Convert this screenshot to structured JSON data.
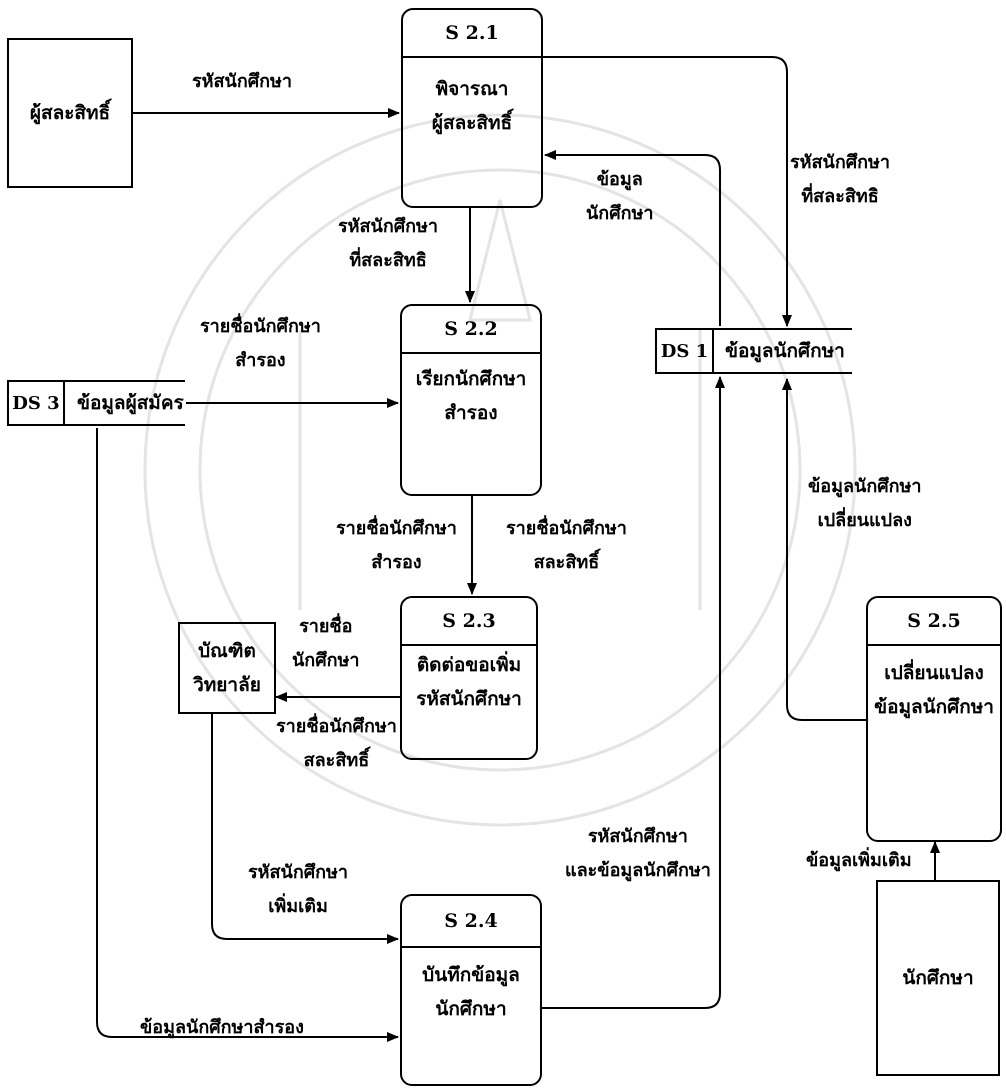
{
  "processes": {
    "s21": {
      "id": "S 2.1",
      "line1": "พิจารณา",
      "line2": "ผู้สละสิทธิ์"
    },
    "s22": {
      "id": "S 2.2",
      "line1": "เรียกนักศึกษา",
      "line2": "สำรอง"
    },
    "s23": {
      "id": "S 2.3",
      "line1": "ติดต่อขอเพิ่ม",
      "line2": "รหัสนักศึกษา"
    },
    "s24": {
      "id": "S 2.4",
      "line1": "บันทึกข้อมูล",
      "line2": "นักศึกษา"
    },
    "s25": {
      "id": "S 2.5",
      "line1": "เปลี่ยนแปลง",
      "line2": "ข้อมูลนักศึกษา"
    }
  },
  "entities": {
    "waiver": "ผู้สละสิทธิ์",
    "grad_school": {
      "line1": "บัณฑิต",
      "line2": "วิทยาลัย"
    },
    "student": "นักศึกษา"
  },
  "stores": {
    "ds1": {
      "id": "DS 1",
      "name": "ข้อมูลนักศึกษา"
    },
    "ds3": {
      "id": "DS 3",
      "name": "ข้อมูลผู้สมัคร"
    }
  },
  "flows": {
    "waiver_to_s21": "รหัสนักศึกษา",
    "s21_to_ds1": {
      "line1": "รหัสนักศึกษา",
      "line2": "ที่สละสิทธิ"
    },
    "ds1_to_s21": {
      "line1": "ข้อมูล",
      "line2": "นักศึกษา"
    },
    "s21_to_s22": {
      "line1": "รหัสนักศึกษา",
      "line2": "ที่สละสิทธิ"
    },
    "ds3_to_s22": {
      "line1": "รายชื่อนักศึกษา",
      "line2": "สำรอง"
    },
    "s22_to_s23_a": {
      "line1": "รายชื่อนักศึกษา",
      "line2": "สำรอง"
    },
    "s22_to_s23_b": {
      "line1": "รายชื่อนักศึกษา",
      "line2": "สละสิทธิ์"
    },
    "s23_to_grad_a": {
      "line1": "รายชื่อ",
      "line2": "นักศึกษา"
    },
    "s23_to_grad_b": {
      "line1": "รายชื่อนักศึกษา",
      "line2": "สละสิทธิ์"
    },
    "grad_to_s24": {
      "line1": "รหัสนักศึกษา",
      "line2": "เพิ่มเติม"
    },
    "s24_to_ds1": {
      "line1": "รหัสนักศึกษา",
      "line2": "และข้อมูลนักศึกษา"
    },
    "ds3_to_s24": "ข้อมูลนักศึกษาสำรอง",
    "s25_to_ds1": {
      "line1": "ข้อมูลนักศึกษา",
      "line2": "เปลี่ยนแปลง"
    },
    "student_to_s25": "ข้อมูลเพิ่มเติม"
  }
}
